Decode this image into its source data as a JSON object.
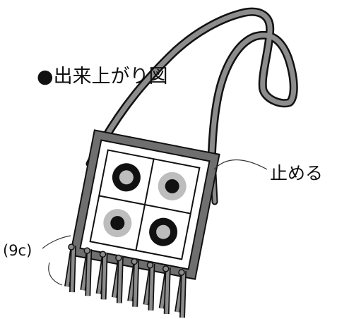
{
  "title": {
    "bullet": "●",
    "text": "出来上がり図"
  },
  "labels": {
    "fasten": "止める",
    "length": "(9c)"
  },
  "tiles": [
    {
      "name": "tile-top-left",
      "outer": "#111111",
      "inner": "#bdbdbd"
    },
    {
      "name": "tile-top-right",
      "outer": "#bdbdbd",
      "inner": "#111111"
    },
    {
      "name": "tile-bottom-left",
      "outer": "#bdbdbd",
      "inner": "#111111"
    },
    {
      "name": "tile-bottom-right",
      "outer": "#111111",
      "inner": "#bdbdbd"
    }
  ],
  "colors": {
    "strap_fill": "#8c8c8c",
    "outline": "#111111",
    "bag_frame": "#6f6f6f",
    "panel": "#ffffff",
    "leader": "#333333"
  },
  "fringe": {
    "count": 8
  }
}
